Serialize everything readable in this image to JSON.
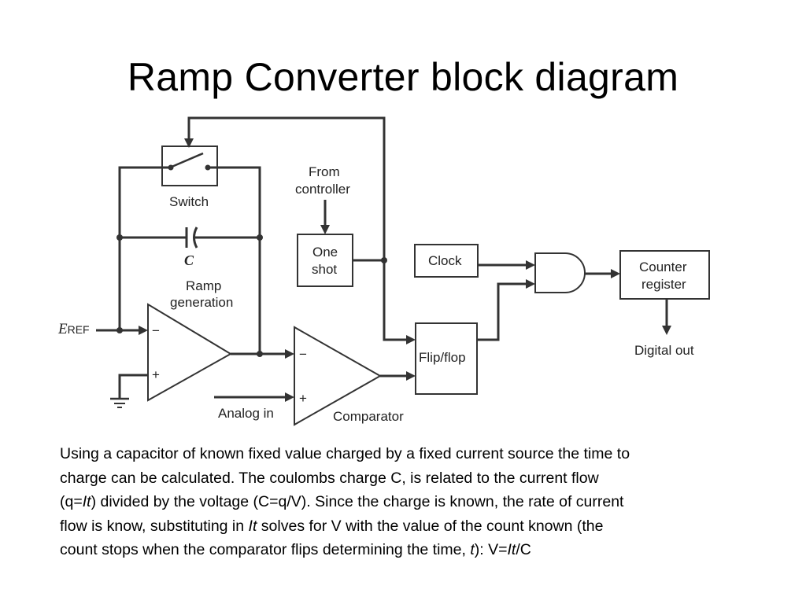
{
  "slide": {
    "title": "Ramp Converter block diagram"
  },
  "diagram": {
    "blocks": {
      "switch": "Switch",
      "capacitor": "C",
      "ramp_line1": "Ramp",
      "ramp_line2": "generation",
      "eref_main": "E",
      "eref_sub": "REF",
      "from_line1": "From",
      "from_line2": "controller",
      "oneshot_line1": "One",
      "oneshot_line2": "shot",
      "clock": "Clock",
      "flipflop": "Flip/flop",
      "counter_line1": "Counter",
      "counter_line2": "register",
      "digital_out": "Digital out",
      "analog_in": "Analog in",
      "comparator": "Comparator",
      "minus": "−",
      "plus": "+"
    }
  },
  "description": {
    "line1": "Using a capacitor of known fixed value charged by a fixed current source the time to",
    "line2": "charge can be calculated.  The coulombs charge C, is related to the current flow",
    "line3a": "(q=",
    "line3_it": "It",
    "line3b": ") divided by the voltage (C=q/V).  Since the charge is known, the rate of current",
    "line4a": "flow is know,  substituting in ",
    "line4_it": "It",
    "line4b": " solves for V with the value of the count known (the",
    "line5a": "count stops when the comparator flips determining the time, ",
    "line5_t": "t",
    "line5b": "):  V=",
    "line5_it": "It",
    "line5c": "/C"
  }
}
